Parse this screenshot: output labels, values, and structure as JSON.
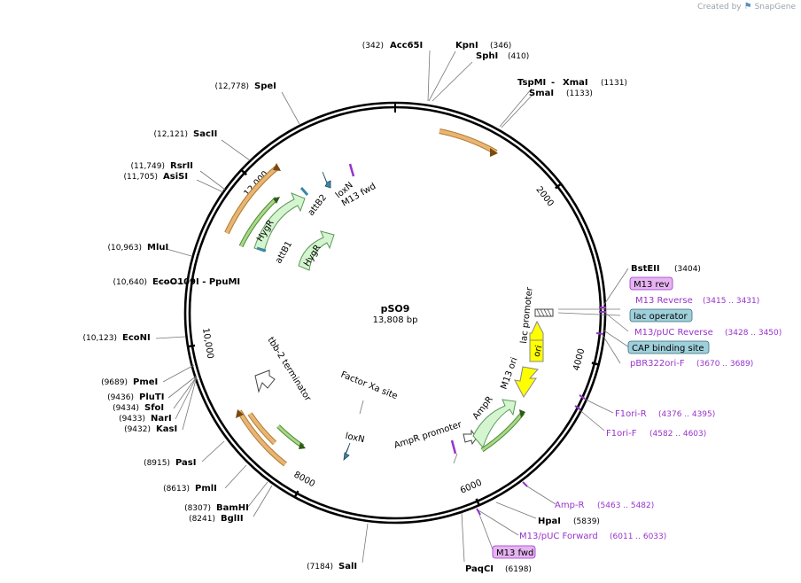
{
  "branding": {
    "created_by": "Created by",
    "product": "SnapGene",
    "icon": "snapgene-logo-icon"
  },
  "plasmid": {
    "name": "pSO9",
    "length_label": "13,808 bp",
    "length": 13808
  },
  "ticks": [
    {
      "pos": 0
    },
    {
      "pos": 2000,
      "label": "2000"
    },
    {
      "pos": 4000,
      "label": "4000"
    },
    {
      "pos": 6000,
      "label": "6000"
    },
    {
      "pos": 8000,
      "label": "8000"
    },
    {
      "pos": 10000,
      "label": "10,000"
    },
    {
      "pos": 12000,
      "label": "12,000"
    }
  ],
  "colors": {
    "orange": "#e9b574",
    "orange_stroke": "#b07a2e",
    "green": "#a8d98a",
    "green_stroke": "#4e8a2e",
    "pale_green": "#d4f5cf",
    "pale_green_stroke": "#5b9a59",
    "yellow": "#ffff00",
    "purple": "#9933cc",
    "primer_bg": "#e6b4f0",
    "cyan_bg": "#9ecfda",
    "black": "#000000"
  },
  "sites_top": [
    {
      "name": "Acc65I",
      "coord": "(342)"
    },
    {
      "name": "KpnI",
      "coord": "(346)"
    },
    {
      "name": "SphI",
      "coord": "(410)"
    },
    {
      "name": "TspMI",
      "sep": " - ",
      "name2": "XmaI",
      "coord": "(1131)"
    },
    {
      "name": "SmaI",
      "coord": "(1133)"
    }
  ],
  "sites_right": [
    {
      "name": "BstEII",
      "coord": "(3404)"
    },
    {
      "name": "HpaI",
      "coord": "(5839)"
    },
    {
      "name": "PaqCI",
      "coord": "(6198)"
    }
  ],
  "sites_left": [
    {
      "name": "SpeI",
      "coord": "(12,778)"
    },
    {
      "name": "SacII",
      "coord": "(12,121)"
    },
    {
      "name": "RsrII",
      "coord": "(11,749)"
    },
    {
      "name": "AsiSI",
      "coord": "(11,705)"
    },
    {
      "name": "MluI",
      "coord": "(10,963)"
    },
    {
      "name": "EcoO109I",
      "sep": " - ",
      "name2": "PpuMI",
      "coord": "(10,640)"
    },
    {
      "name": "EcoNI",
      "coord": "(10,123)"
    },
    {
      "name": "PmeI",
      "coord": "(9689)"
    },
    {
      "name": "PluTI",
      "coord": "(9436)"
    },
    {
      "name": "SfoI",
      "coord": "(9434)"
    },
    {
      "name": "NarI",
      "coord": "(9433)"
    },
    {
      "name": "KasI",
      "coord": "(9432)"
    },
    {
      "name": "PasI",
      "coord": "(8915)"
    },
    {
      "name": "PmlI",
      "coord": "(8613)"
    },
    {
      "name": "BamHI",
      "coord": "(8307)"
    },
    {
      "name": "BglII",
      "coord": "(8241)"
    },
    {
      "name": "SalI",
      "coord": "(7184)"
    }
  ],
  "primers": [
    {
      "name": "M13 rev",
      "boxed": true
    },
    {
      "name": "M13 Reverse",
      "coord": "(3415 .. 3431)"
    },
    {
      "name": "M13/pUC Reverse",
      "coord": "(3428 .. 3450)"
    },
    {
      "name": "pBR322ori-F",
      "coord": "(3670 .. 3689)"
    },
    {
      "name": "F1ori-R",
      "coord": "(4376 .. 4395)"
    },
    {
      "name": "F1ori-F",
      "coord": "(4582 .. 4603)"
    },
    {
      "name": "Amp-R",
      "coord": "(5463 .. 5482)"
    },
    {
      "name": "M13/pUC Forward",
      "coord": "(6011 .. 6033)"
    },
    {
      "name": "M13 fwd",
      "boxed": true
    }
  ],
  "boxed_features": [
    {
      "name": "lac operator"
    },
    {
      "name": "CAP binding site"
    }
  ],
  "inner_features": [
    {
      "name": "HygR"
    },
    {
      "name": "HygR"
    },
    {
      "name": "attB1"
    },
    {
      "name": "attB2"
    },
    {
      "name": "loxN"
    },
    {
      "name": "M13 fwd"
    },
    {
      "name": "tbb-2 terminator"
    },
    {
      "name": "Factor Xa site"
    },
    {
      "name": "loxN"
    },
    {
      "name": "AmpR promoter"
    },
    {
      "name": "AmpR"
    },
    {
      "name": "M13 ori"
    },
    {
      "name": "ori"
    },
    {
      "name": "lac promoter"
    }
  ]
}
